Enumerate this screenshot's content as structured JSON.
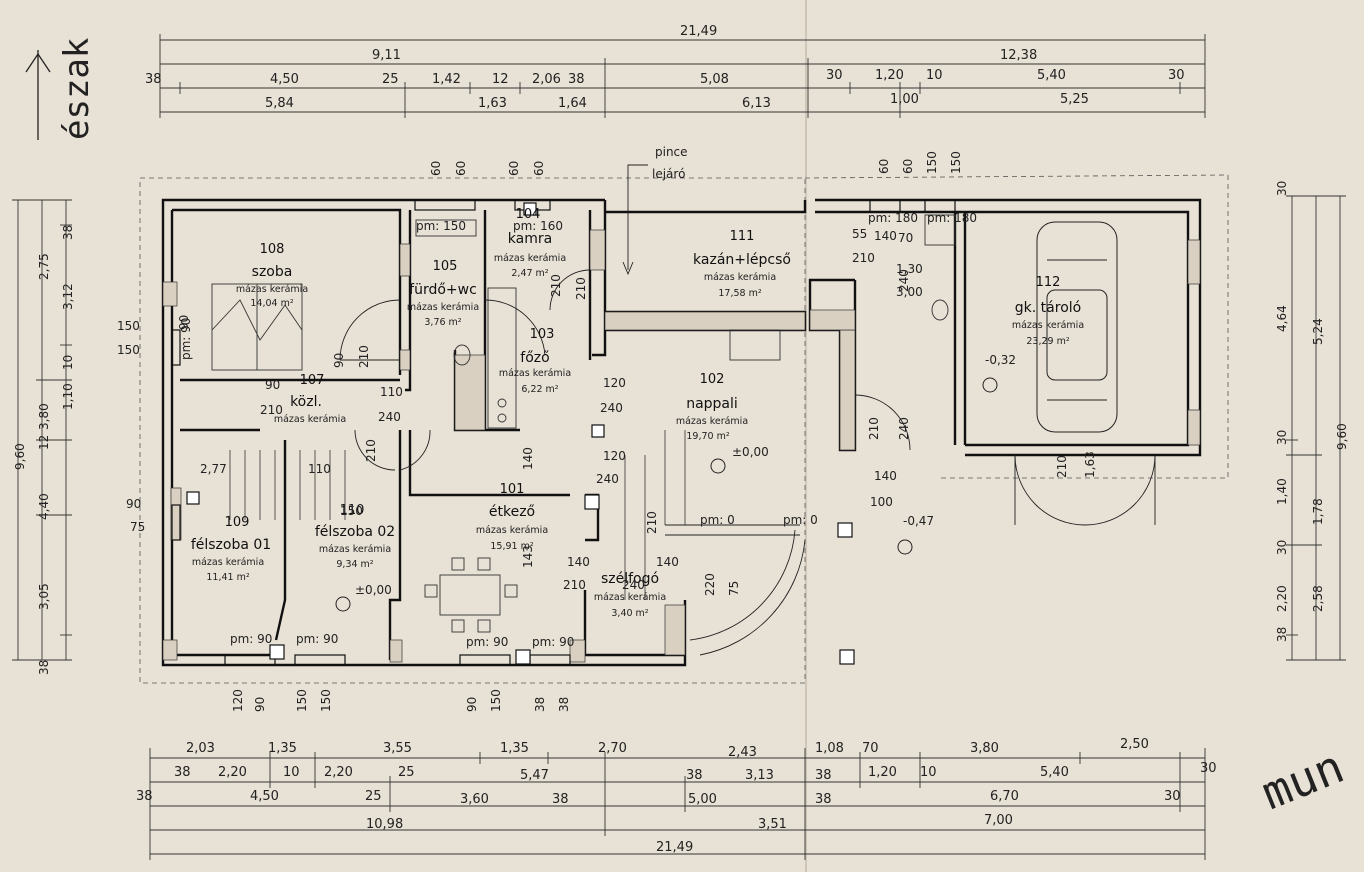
{
  "north_label": "észak",
  "corner_fragment": "mun",
  "top_dims": {
    "row1": [
      "21,49"
    ],
    "row2": [
      "9,11",
      "12,38"
    ],
    "row3": [
      "38",
      "4,50",
      "25",
      "1,42",
      "12",
      "2,06",
      "38",
      "5,08",
      "30",
      "1,20",
      "10",
      "5,40",
      "30"
    ],
    "row4": [
      "5,84",
      "1,63",
      "1,64",
      "6,13",
      "1,00",
      "5,25"
    ]
  },
  "bottom_dims": {
    "row1": [
      "2,03",
      "1,35",
      "3,55",
      "1,35",
      "2,70",
      "2,43",
      "1,08",
      "70",
      "3,80",
      "2,50"
    ],
    "row2": [
      "38",
      "2,20",
      "10",
      "2,20",
      "25",
      "5,47",
      "38",
      "3,13",
      "38",
      "1,20",
      "10",
      "5,40",
      "30"
    ],
    "row3": [
      "38",
      "4,50",
      "25",
      "3,60",
      "38",
      "5,00",
      "38",
      "6,70",
      "30"
    ],
    "row4": [
      "10,98",
      "3,51",
      "7,00"
    ],
    "row5": [
      "21,49"
    ]
  },
  "left_dims": {
    "outer": [
      "9,60"
    ],
    "mid": [
      "2,75",
      "3,80",
      "4,40",
      "3,05"
    ],
    "inner": [
      "38",
      "3,12",
      "10",
      "1,10",
      "12",
      "38"
    ]
  },
  "right_dims": {
    "outer": [
      "9,60"
    ],
    "mid": [
      "5,24",
      "1,78",
      "2,58"
    ],
    "inner": [
      "30",
      "4,64",
      "30",
      "1,40",
      "30",
      "2,20",
      "38"
    ]
  },
  "rooms": [
    {
      "num": "108",
      "name": "szoba",
      "floor": "mázas kerámia",
      "area": "14,04 m²"
    },
    {
      "num": "105",
      "name": "fürdő+wc",
      "floor": "mázas kerámia",
      "area": "3,76 m²"
    },
    {
      "num": "104",
      "name": "kamra",
      "floor": "mázas kerámia",
      "area": "2,47 m²"
    },
    {
      "num": "111",
      "name": "kazán+lépcső",
      "floor": "mázas kerámia",
      "area": "17,58 m²"
    },
    {
      "num": "112",
      "name": "gk. tároló",
      "floor": "mázas kerámia",
      "area": "23,29 m²"
    },
    {
      "num": "103",
      "name": "főző",
      "floor": "mázas kerámia",
      "area": "6,22 m²"
    },
    {
      "num": "107",
      "name": "közl.",
      "floor": "mázas kerámia",
      "area": ""
    },
    {
      "num": "102",
      "name": "nappali",
      "floor": "mázas kerámia",
      "area": "19,70 m²"
    },
    {
      "num": "101",
      "name": "étkező",
      "floor": "mázas kerámia",
      "area": "15,91 m²"
    },
    {
      "num": "109",
      "name": "félszoba 01",
      "floor": "mázas kerámia",
      "area": "11,41 m²"
    },
    {
      "num": "110",
      "name": "félszoba 02",
      "floor": "mázas kerámia",
      "area": "9,34 m²"
    },
    {
      "num": "",
      "name": "szélfogó",
      "floor": "mázas kerámia",
      "area": "3,40 m²"
    }
  ],
  "notes": {
    "basement_stair_1": "pince",
    "basement_stair_2": "lejáró"
  },
  "levels": [
    "±0,00",
    "±0,00",
    "-0,32",
    "-0,47"
  ],
  "parapets": [
    "pm: 150",
    "pm: 160",
    "pm: 180",
    "pm: 180",
    "pm: 0",
    "pm: 0",
    "pm: 90",
    "pm: 90",
    "pm: 90",
    "pm: 90",
    "pm: 90"
  ],
  "openings": [
    "150",
    "90",
    "150",
    "90",
    "210",
    "110",
    "240",
    "90",
    "210",
    "210",
    "210",
    "120",
    "240",
    "120",
    "240",
    "140",
    "210",
    "140",
    "210",
    "140",
    "240",
    "100",
    "210",
    "240",
    "210",
    "1,63",
    "2,77",
    "110",
    "150",
    "90",
    "75",
    "210",
    "1,30",
    "3,00",
    "140",
    "143",
    "240",
    "220",
    "75",
    "210",
    "140",
    "55",
    "70",
    "60",
    "60",
    "60",
    "60",
    "60",
    "60",
    "150",
    "150",
    "90",
    "150",
    "120",
    "150",
    "90",
    "150",
    "38",
    "38"
  ]
}
